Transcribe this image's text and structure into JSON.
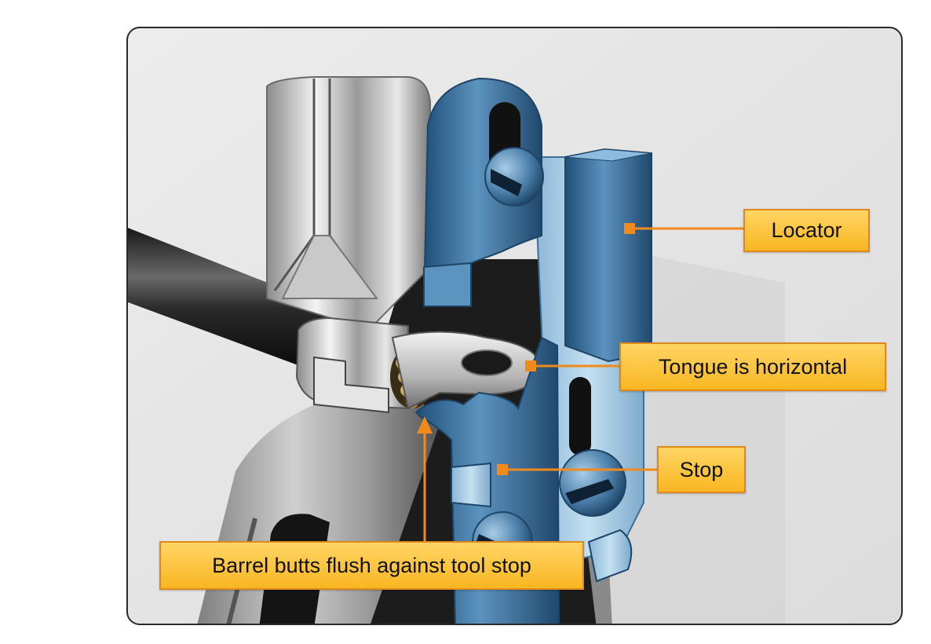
{
  "callouts": {
    "locator": "Locator",
    "tongue": "Tongue is horizontal",
    "stop": "Stop",
    "barrel": "Barrel butts flush against tool stop"
  },
  "colors": {
    "frame_border": "#2a2a2a",
    "background": "#e6e6e6",
    "callout_fill": "#fcc433",
    "callout_border": "#e3891c",
    "leader": "#f08a1c",
    "tool_blue": "#3d6f99",
    "tool_light_blue": "#9dc4e0",
    "metal_gray": "#b8b8b8"
  }
}
